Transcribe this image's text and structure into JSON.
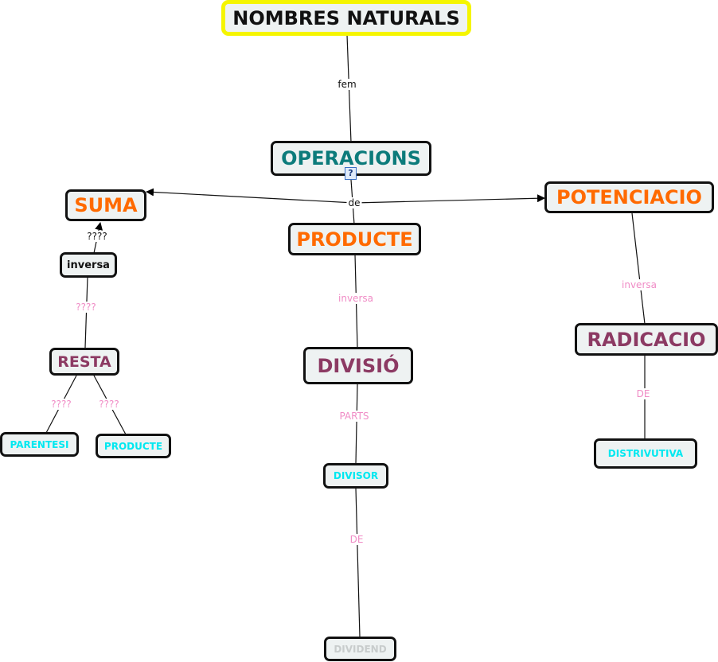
{
  "nodes": {
    "nombres_naturals": "NOMBRES NATURALS",
    "operacions": "OPERACIONS",
    "suma": "SUMA",
    "producte": "PRODUCTE",
    "potenciacio": "POTENCIACIO",
    "inversa": "inversa",
    "resta": "RESTA",
    "parentesi": "PARENTESI",
    "producte_small": "PRODUCTE",
    "divisio": "DIVISIÓ",
    "divisor": "DIVISOR",
    "dividend": "DIVIDEND",
    "radicacio": "RADICACIO",
    "distrivutiva": "DISTRIVUTIVA"
  },
  "links": {
    "fem": "fem",
    "de": "de",
    "suma_q": "????",
    "inversa_resta_q": "????",
    "resta_parentesi_q": "????",
    "resta_producte_q": "????",
    "producte_divisio": "inversa",
    "divisio_divisor": "PARTS",
    "divisor_dividend": "DE",
    "pot_rad": "inversa",
    "rad_dist": "DE"
  },
  "colors": {
    "root_border": "#f5f500",
    "teal": "#0c7b7b",
    "orange": "#ff6a00",
    "plum": "#8c3a63",
    "cyan": "#00e8f0",
    "grey": "#c8cccc",
    "pink": "#f08cc6"
  },
  "icons": {
    "resource": "question-document-icon"
  }
}
